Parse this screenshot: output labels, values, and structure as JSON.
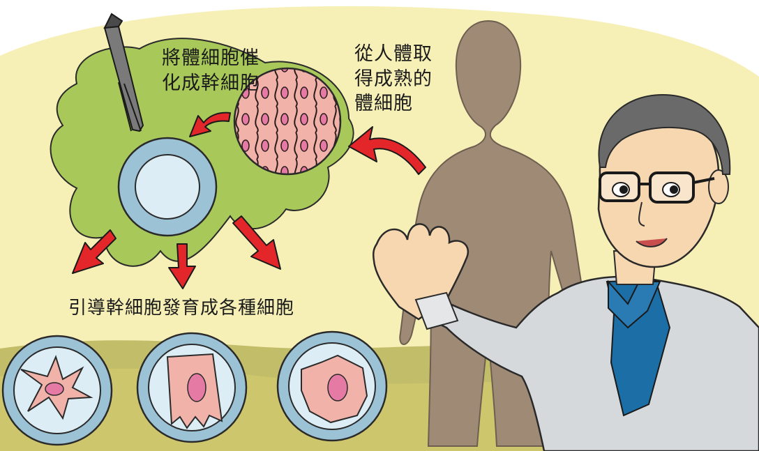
{
  "captions": {
    "induce": [
      "將體細胞催",
      "化成幹細胞"
    ],
    "obtain": [
      "從人體取",
      "得成熟的",
      "體細胞"
    ],
    "guide": "引導幹細胞發育成各種細胞"
  },
  "icons": {
    "tool": "tweezers-icon",
    "arrow": "red-arrow-icon"
  },
  "colors": {
    "background": "#f6efb6",
    "grass": "#b9b45a",
    "culture": "#a8c85a",
    "stem_cell_ring": "#9cc2d6",
    "stem_cell_core": "#dcedf5",
    "tissue_base": "#b87c72",
    "tissue_cell": "#f1b3a9",
    "nucleus": "#e57aa4",
    "arrow": "#e3262a",
    "silhouette": "#9f8a76",
    "shirt": "#1c6ea6",
    "coat": "#d6d9dc",
    "skin": "#f6d7b0",
    "hair": "#6a6a6a"
  }
}
